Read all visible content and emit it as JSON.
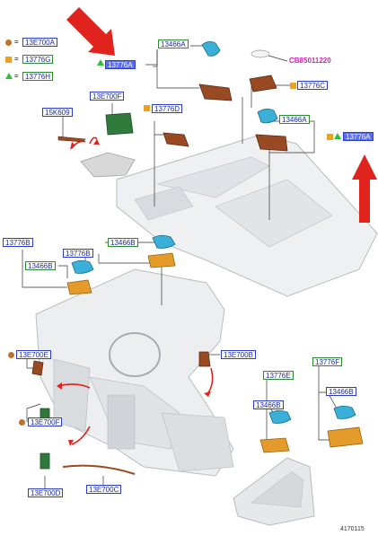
{
  "legend": {
    "items": [
      {
        "symbol": "circle",
        "code": "13E700A"
      },
      {
        "symbol": "square",
        "code": "13776G"
      },
      {
        "symbol": "triangle",
        "code": "13776H"
      }
    ],
    "equals": "="
  },
  "labels": {
    "top_left_code": "13776A",
    "top_center_code": "13466A",
    "magenta_ref": "CB85011220",
    "right_code_c": "13776C",
    "right_code_a": "13466A",
    "right_code_a2": "13776A",
    "left_e700f": "13E700F",
    "left_5k609": "15K609",
    "mid_13776d": "13776D",
    "mid_left_13776b": "13776B",
    "mid_left_13466b_1": "13466B",
    "mid_left_13776b_2": "13776B",
    "mid_left_13466b_2": "13466B",
    "lower_13e700e": "13E700E",
    "lower_13e700f": "13E700F",
    "lower_13e700b": "13E700B",
    "lower_13e700d": "13E700D",
    "lower_13e700c": "13E700C",
    "right_13776e": "13776E",
    "right_13466b_1": "13466B",
    "right_13776f": "13776F",
    "right_13466b_2": "13466B"
  },
  "doc_number": "4170115",
  "colors": {
    "label_border_blue": "#2a3bd6",
    "label_border_green": "#2e8a2e",
    "highlight_fill": "#5b6df0",
    "arrow_red": "#e0231c",
    "part_brown": "#9a4a22",
    "part_blue": "#3ab0d8",
    "part_orange": "#e49b2a",
    "part_green": "#2f7a3a",
    "magenta": "#d41fb6"
  }
}
